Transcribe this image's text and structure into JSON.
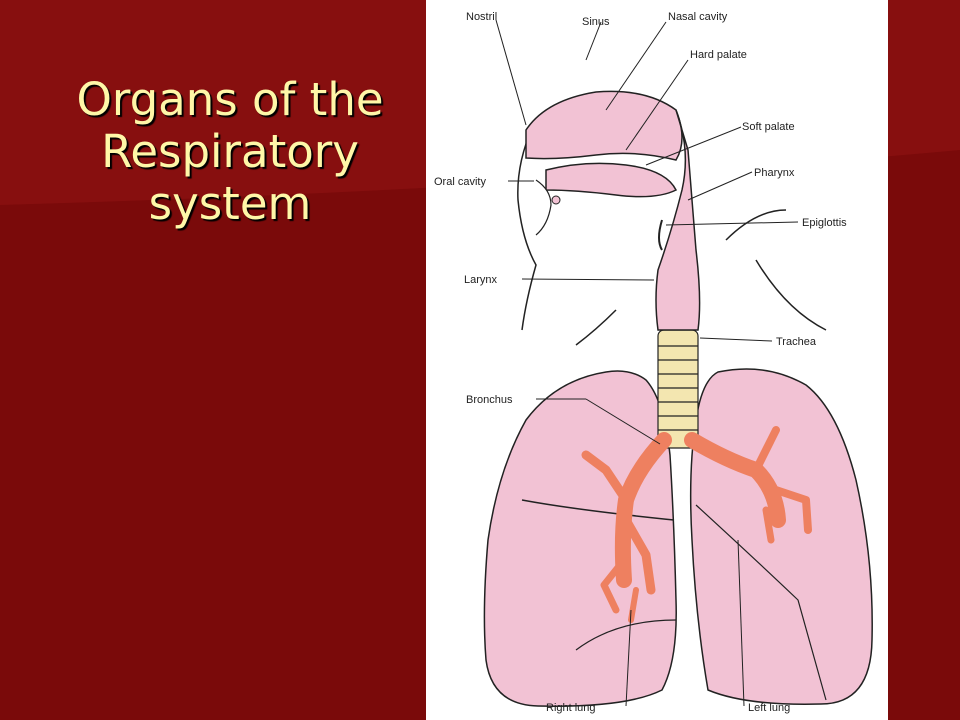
{
  "slide": {
    "title": "Organs of the Respiratory system",
    "colors": {
      "background": "#7a0a0a",
      "title": "#fff7a8",
      "tissue": "#f2c2d4",
      "bronchi": "#ee8060",
      "trachea": "#f3e6b0"
    }
  },
  "diagram": {
    "labels": {
      "nostril": "Nostril",
      "sinus": "Sinus",
      "nasal_cavity": "Nasal cavity",
      "hard_palate": "Hard palate",
      "soft_palate": "Soft palate",
      "oral_cavity": "Oral cavity",
      "pharynx": "Pharynx",
      "epiglottis": "Epiglottis",
      "larynx": "Larynx",
      "trachea": "Trachea",
      "bronchus": "Bronchus",
      "right_lung": "Right lung",
      "left_lung": "Left lung"
    }
  }
}
